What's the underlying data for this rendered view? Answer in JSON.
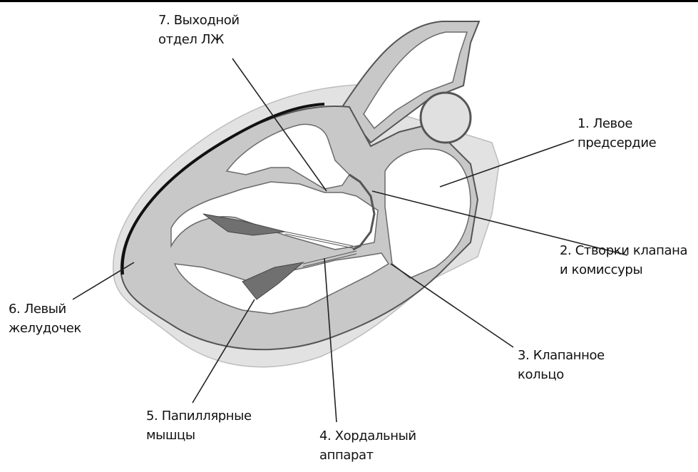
{
  "diagram": {
    "labels": [
      {
        "id": "left-atrium",
        "lines": [
          "1. Левое",
          "предсердие"
        ]
      },
      {
        "id": "valve-leaflets",
        "lines": [
          "2. Створки клапана",
          "и комиссуры"
        ]
      },
      {
        "id": "valve-annulus",
        "lines": [
          "3. Клапанное",
          "кольцо"
        ]
      },
      {
        "id": "chordae",
        "lines": [
          "4. Хордальный",
          "аппарат"
        ]
      },
      {
        "id": "papillary-muscles",
        "lines": [
          "5. Папиллярные",
          "мышцы"
        ]
      },
      {
        "id": "left-ventricle",
        "lines": [
          "6. Левый",
          "желудочек"
        ]
      },
      {
        "id": "lv-outflow",
        "lines": [
          "7. Выходной",
          "отдел ЛЖ"
        ]
      }
    ]
  },
  "colors": {
    "wall": "#c8c8c8",
    "outline": "#555555",
    "chamber": "#ffffff",
    "muscle": "#707070",
    "pericardium": "#e2e2e2",
    "leader": "#222222"
  }
}
